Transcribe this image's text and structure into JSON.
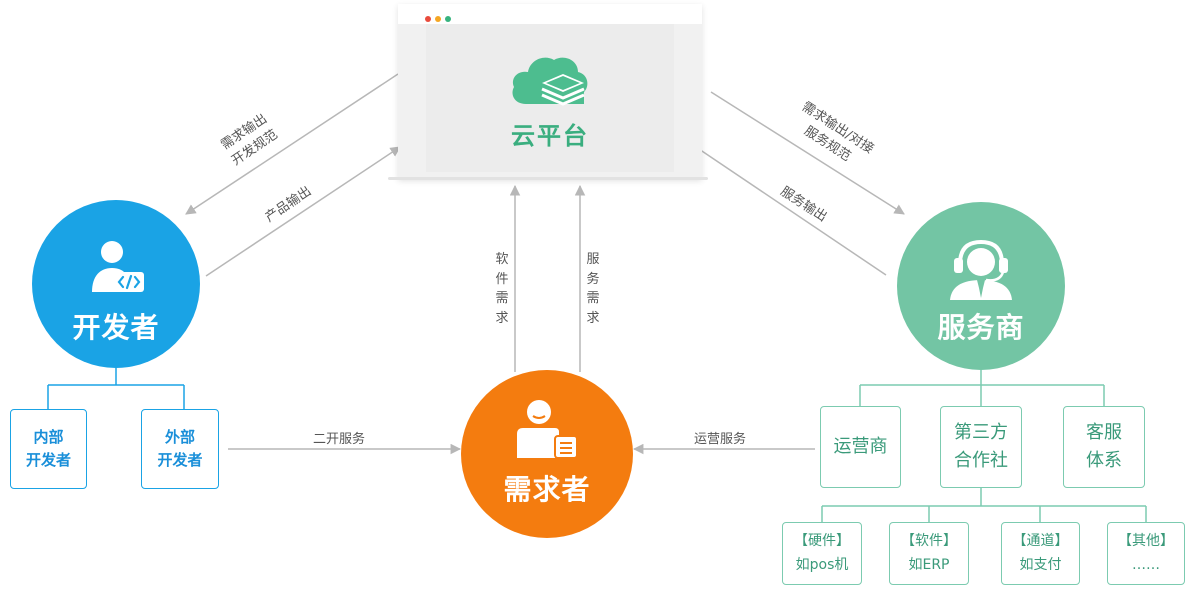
{
  "colors": {
    "blue": "#1aa3e5",
    "orange": "#f47c0f",
    "green": "#73c5a4",
    "cloud": "#4dbd8f",
    "line": "#b7b7b7",
    "text": "#555555"
  },
  "platform": {
    "title": "云平台",
    "icon": "cloud-stack-icon",
    "window_dots": [
      "#e94b3c",
      "#f5a623",
      "#36b37e"
    ]
  },
  "nodes": {
    "developer": {
      "label": "开发者",
      "icon": "developer-code-icon"
    },
    "demand": {
      "label": "需求者",
      "icon": "person-document-icon"
    },
    "provider": {
      "label": "服务商",
      "icon": "headset-agent-icon"
    }
  },
  "developer_types": [
    {
      "line1": "内部",
      "line2": "开发者"
    },
    {
      "line1": "外部",
      "line2": "开发者"
    }
  ],
  "provider_types": [
    {
      "line1": "运营商",
      "line2": ""
    },
    {
      "line1": "第三方",
      "line2": "合作社"
    },
    {
      "line1": "客服",
      "line2": "体系"
    }
  ],
  "provider_examples": [
    {
      "line1": "【硬件】",
      "line2": "如pos机"
    },
    {
      "line1": "【软件】",
      "line2": "如ERP"
    },
    {
      "line1": "【通道】",
      "line2": "如支付"
    },
    {
      "line1": "【其他】",
      "line2": "……"
    }
  ],
  "edges": {
    "platform_to_dev": {
      "line1": "需求输出",
      "line2": "开发规范"
    },
    "dev_to_platform": "产品输出",
    "platform_to_provider": {
      "line1": "需求输出/对接",
      "line2": "服务规范"
    },
    "provider_to_platform": "服务输出",
    "demand_software": "软件需求",
    "demand_service": "服务需求",
    "dev_to_demand": "二开服务",
    "provider_to_demand": "运营服务"
  }
}
